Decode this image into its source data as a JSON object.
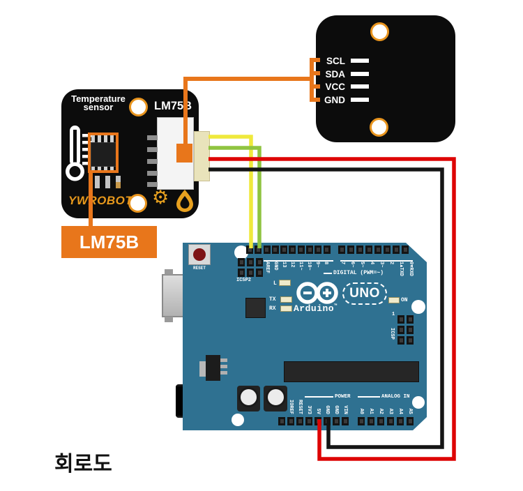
{
  "page_title": "회로도",
  "colors": {
    "accent_orange": "#E8761B",
    "board_teal": "#2F7191",
    "gold": "#E8A11F",
    "wire_yellow": "#EFE93C",
    "wire_green": "#8FC440",
    "wire_red": "#DD0505",
    "wire_black": "#151515"
  },
  "breakout_module": {
    "pin_labels": [
      "SCL",
      "SDA",
      "VCC",
      "GND"
    ]
  },
  "sensor_module": {
    "title_line1": "Temperature",
    "title_line2": "sensor",
    "chip_name": "LM75B",
    "brand": "YWROBOT",
    "callout_label": "LM75B"
  },
  "arduino": {
    "reset_label": "RESET",
    "icsp2_label": "ICSP2",
    "icsp_label": "ICSP",
    "icsp_pin1": "1",
    "led_l": "L",
    "led_tx": "TX",
    "led_rx": "RX",
    "led_on": "ON",
    "brand": "Arduino",
    "trademark": "™",
    "model": "UNO",
    "digital_caption": "DIGITAL (PWM=~)",
    "power_caption": "POWER",
    "analog_caption": "ANALOG IN",
    "top_left_labels": [
      "AREF",
      "GND",
      "13",
      "12",
      "11~",
      "10~",
      "9~",
      "8"
    ],
    "top_right_labels": [
      "7",
      "6~",
      "5~",
      "4",
      "3~",
      "2",
      "1▲TXD",
      "0▼RXD"
    ],
    "power_labels": [
      "IOREF",
      "RESET",
      "3V3",
      "5V",
      "GND",
      "GND",
      "VIN"
    ],
    "analog_labels": [
      "A0",
      "A1",
      "A2",
      "A3",
      "A4",
      "A5"
    ]
  }
}
